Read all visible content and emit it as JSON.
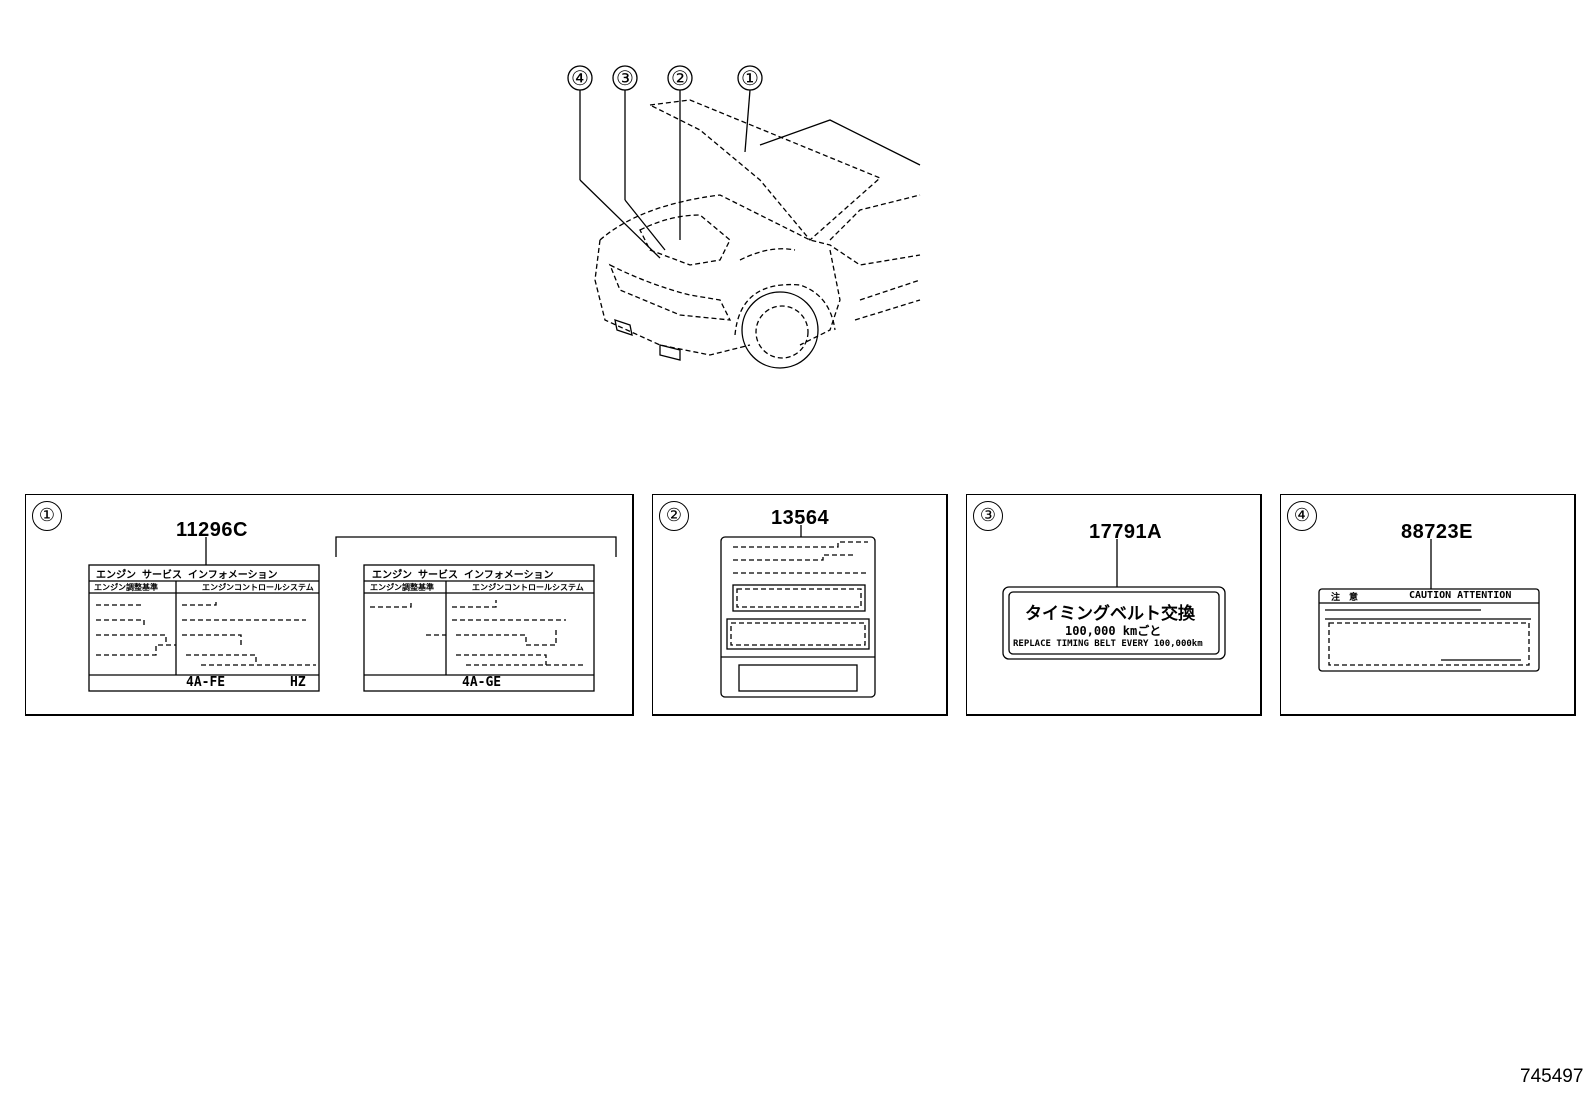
{
  "callouts": [
    "④",
    "③",
    "②",
    "①"
  ],
  "panels": [
    {
      "badge": "①",
      "part_number": "11296C",
      "labels": [
        {
          "header": "エンジ゙ン サービス インフォメーション",
          "sub_left": "エンジ゙ン調整基準",
          "sub_right": "エンジ゙ンコントロールシステム",
          "engine": "4A-FE",
          "extra": "HZ"
        },
        {
          "header": "エンジ゙ン サービス インフォメーション",
          "sub_left": "エンジ゙ン調整基準",
          "sub_right": "エンジ゙ンコントロールシステム",
          "engine": "4A-GE",
          "extra": ""
        }
      ]
    },
    {
      "badge": "②",
      "part_number": "13564"
    },
    {
      "badge": "③",
      "part_number": "17791A",
      "line1": "タイミングベルト交換",
      "line2": "100,000 kmごと",
      "line3": "REPLACE TIMING BELT EVERY 100,000km"
    },
    {
      "badge": "④",
      "part_number": "88723E",
      "header_left": "注　意",
      "header_right": "CAUTION  ATTENTION"
    }
  ],
  "figure_code": "745497"
}
